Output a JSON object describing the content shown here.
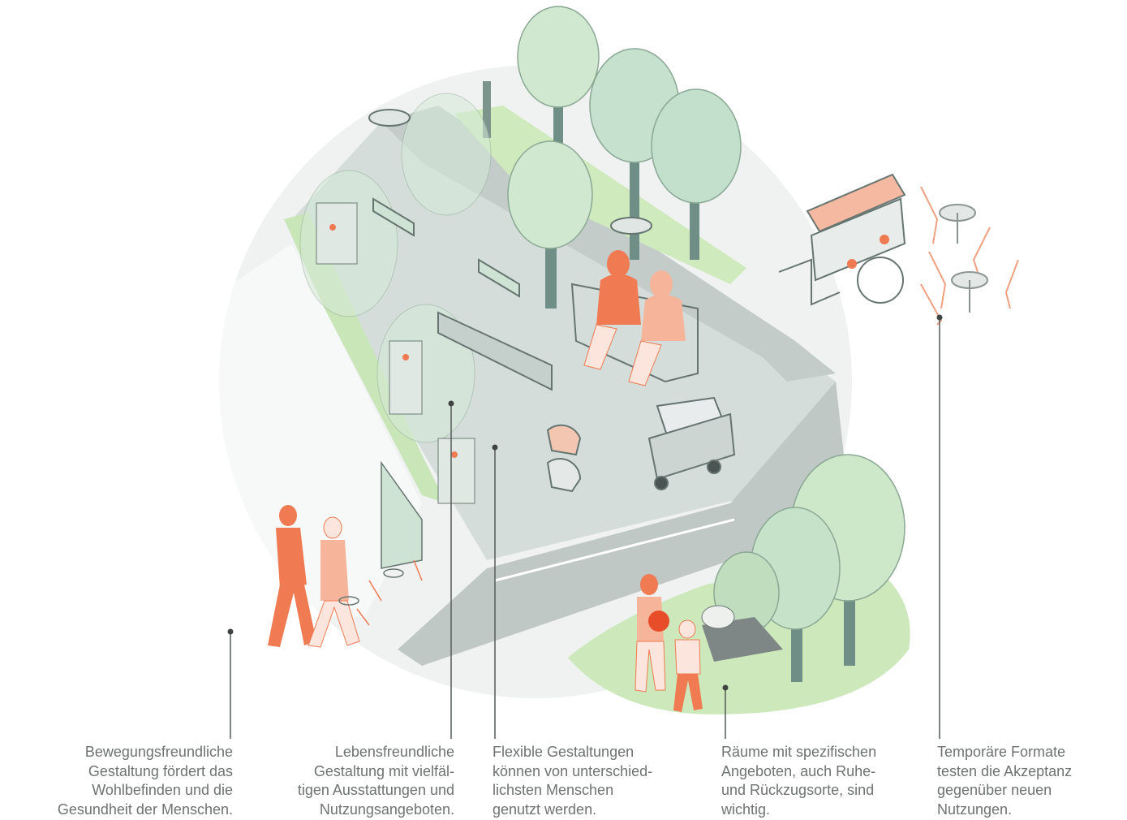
{
  "annotations": [
    {
      "id": "movement",
      "lines": [
        "Bewegungsfreundliche",
        "Gestaltung fördert das",
        "Wohlbefinden und die",
        "Gesundheit der Menschen."
      ]
    },
    {
      "id": "life",
      "lines": [
        "Lebensfreundliche",
        "Gestaltung mit vielfäl-",
        "tigen Ausstattungen und",
        "Nutzungsangeboten."
      ]
    },
    {
      "id": "flexible",
      "lines": [
        "Flexible Gestaltungen",
        "können von unterschied-",
        "lichsten Menschen",
        "genutzt werden."
      ]
    },
    {
      "id": "spaces",
      "lines": [
        "Räume mit spezifischen",
        "Angeboten, auch Ruhe-",
        "und Rückzugsorte, sind",
        "wichtig."
      ]
    },
    {
      "id": "temporary",
      "lines": [
        "Temporäre Formate",
        "testen die Akzeptanz",
        "gegenüber neuen",
        "Nutzungen."
      ]
    }
  ],
  "colors": {
    "text": "#6e7271",
    "leader_line": "#555a59",
    "people": "#f07a52",
    "people_light": "#f6b59a",
    "tree_fill": "#cfe8cf",
    "tree_stroke": "#7a9a86",
    "grass": "#cfeabd",
    "pavement": "#cfd7d4",
    "circle_bg": "#eef1f0",
    "street": "#b9c2bf"
  }
}
